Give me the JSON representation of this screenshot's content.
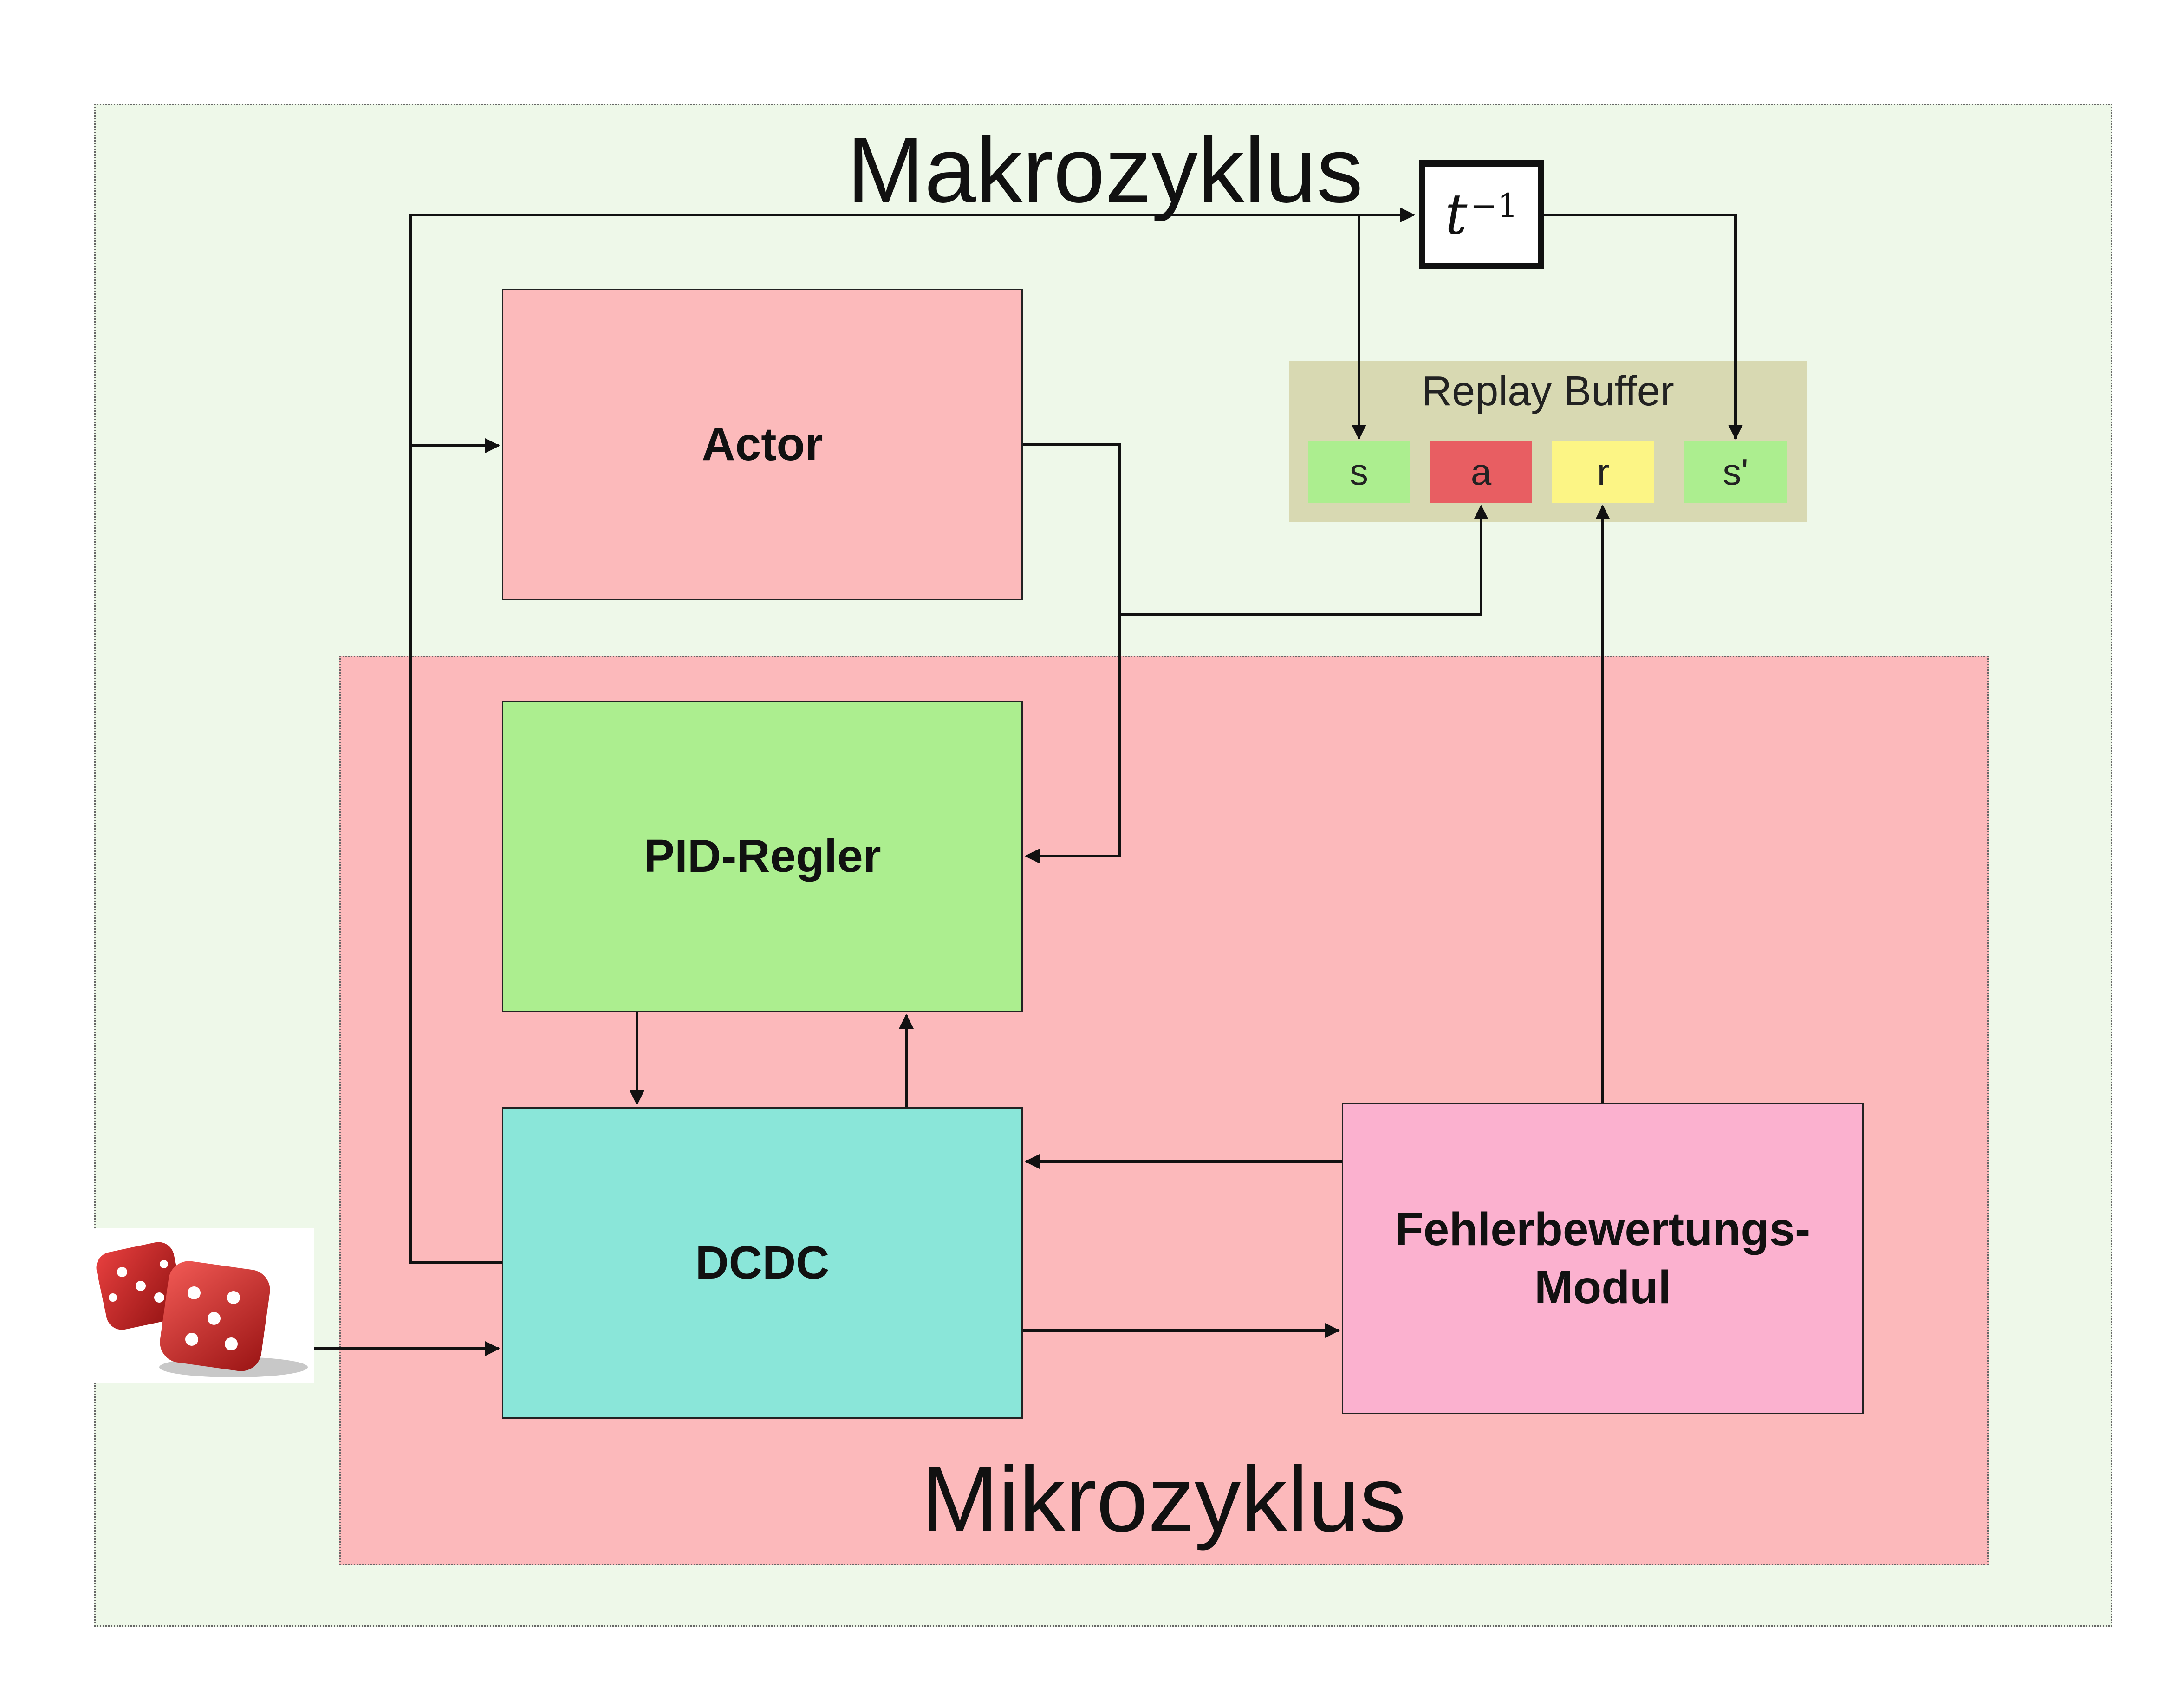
{
  "makro_label": "Makrozyklus",
  "mikro_label": "Mikrozyklus",
  "delay": {
    "base": "t",
    "exponent": "−1"
  },
  "blocks": {
    "actor": "Actor",
    "pid": "PID-Regler",
    "dcdc": "DCDC",
    "fehler_line1": "Fehlerbewertungs-",
    "fehler_line2": "Modul"
  },
  "replay_buffer": {
    "title": "Replay Buffer",
    "cells": [
      "s",
      "a",
      "r",
      "s'"
    ]
  },
  "colors": {
    "makro_bg": "#eef8e9",
    "mikro_bg": "#fcb9bb",
    "actor": "#fcbabb",
    "pid": "#acee8f",
    "dcdc": "#8ae6d9",
    "fehler": "#fbb1cf",
    "buffer_bg": "#d8d9b2",
    "cell_s": "#acee8f",
    "cell_a": "#e85e62",
    "cell_r": "#fcf585"
  },
  "icons": [
    "dice-icon"
  ]
}
